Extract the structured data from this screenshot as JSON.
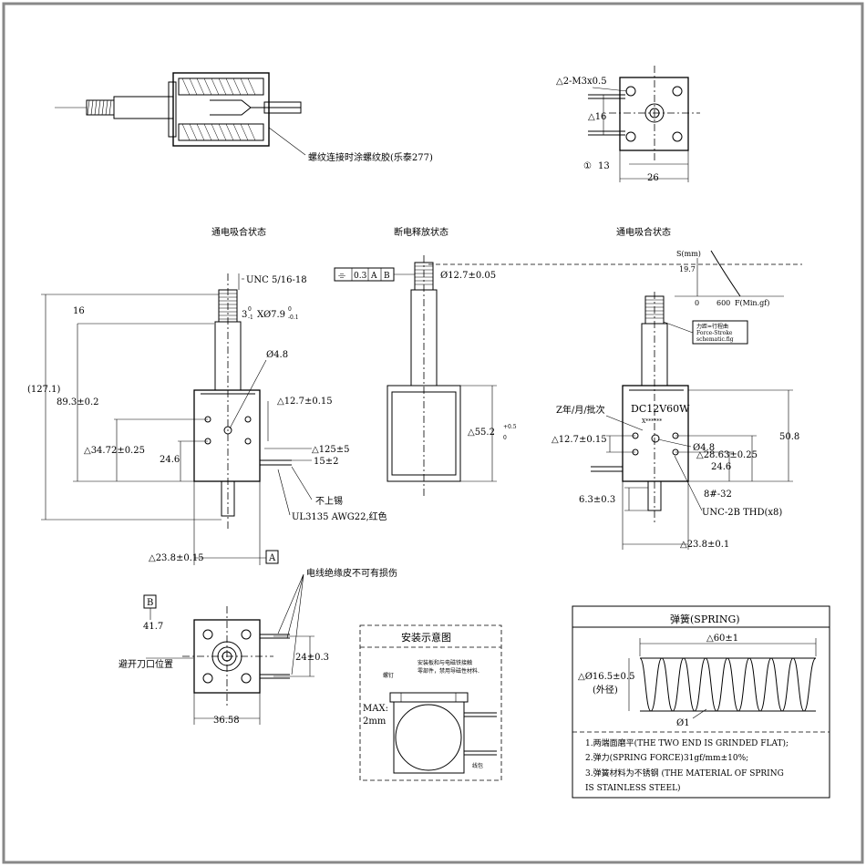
{
  "top_view": {
    "thread_note": "螺纹连接时涂螺纹胶(乐泰277)"
  },
  "end_view": {
    "screw": "△2-M3x0.5",
    "dim_16": "△16",
    "mark_1": "①",
    "dim_13": "13",
    "dim_26": "26"
  },
  "headings": {
    "left": "通电吸合状态",
    "middle": "断电释放状态",
    "right": "通电吸合状态"
  },
  "left_view": {
    "unc": "UNC 5/16-18",
    "dim_16": "16",
    "groove": "3",
    "groove_sup": "0",
    "groove_sub": "-1",
    "groove_x": "XØ7.9",
    "groove_x_sup": "0",
    "groove_x_sub": "-0.1",
    "dim_127": "(127.1)",
    "dim_89": "89.3±0.2",
    "hole": "Ø4.8",
    "dim_127b": "△12.7±0.15",
    "dim_3472": "△34.72±0.25",
    "dim_246": "24.6",
    "dim_125": "△125±5",
    "dim_15": "15±2",
    "no_tin": "不上锡",
    "wire": "UL3135 AWG22,红色",
    "dim_238": "△23.8±0.15",
    "datum_a": "A"
  },
  "mid_view": {
    "tol_sym": "⌯",
    "tol_val": "0.3",
    "tol_a": "A",
    "tol_b": "B",
    "dia": "Ø12.7±0.05",
    "stroke": "△55.2",
    "stroke_sup": "+0.5",
    "stroke_sub": "0"
  },
  "right_view": {
    "s_label": "S(mm)",
    "s_val": "19.7",
    "zero": "0",
    "f600": "600",
    "f_label": "F(Min.gf)",
    "box1": "力距=行程曲",
    "box2": "Force-Stroke",
    "box3": "schematic.fig",
    "date": "Z年/月/批次",
    "label": "DC12V60W",
    "serial": "X******",
    "dim_127": "△12.7±0.15",
    "hole": "Ø4.8",
    "dim_2863": "△28.63±0.25",
    "dim_246": "24.6",
    "dim_508": "50.8",
    "screw_a": "8#-32",
    "screw_b": "UNC-2B THD(x8)",
    "dim_63": "6.3±0.3",
    "dim_238": "△23.8±0.1"
  },
  "bottom_left": {
    "wire_note": "电线绝缘皮不可有损伤",
    "datum_b": "B",
    "dim_417": "41.7",
    "cut": "避开刀口位置",
    "dim_24": "24±0.3",
    "dim_3658": "36.58"
  },
  "install": {
    "title": "安装示意图",
    "note1": "安装板和与电磁铁接触",
    "note2": "零部件，禁用导磁性材料.",
    "screw": "螺钉",
    "max": "MAX:",
    "max_val": "2mm",
    "coil": "线包"
  },
  "spring": {
    "title": "弹簧(SPRING)",
    "len": "△60±1",
    "od": "△Ø16.5±0.5",
    "od_note": "(外径)",
    "wire_d": "Ø1",
    "note1": "1.两端面磨平(THE TWO END IS GRINDED FLAT);",
    "note2": "2.弹力(SPRING FORCE)31gf/mm±10%;",
    "note3": "3.弹簧材料为不锈钢 (THE MATERIAL OF SPRING",
    "note4": "IS STAINLESS STEEL)"
  }
}
